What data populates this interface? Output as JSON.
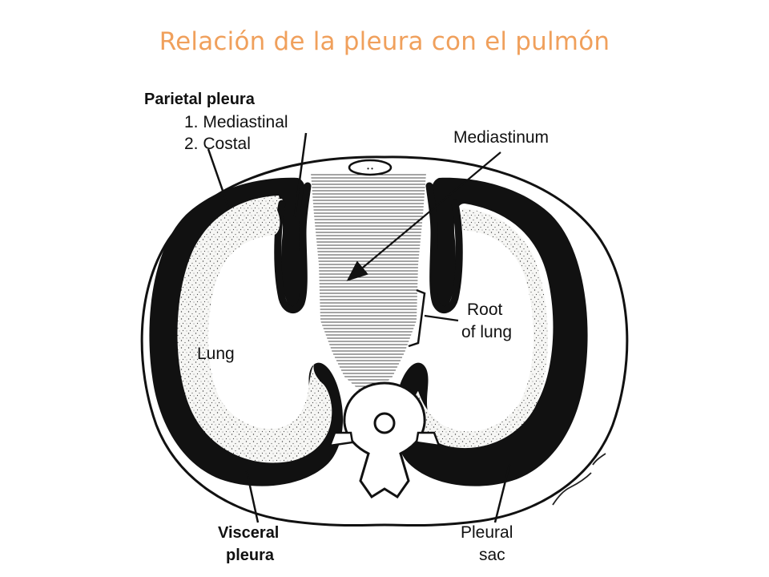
{
  "title": "Relación de la pleura con el pulmón",
  "labels": {
    "parietal_pleura": "Parietal pleura",
    "mediastinal": "1. Mediastinal",
    "costal": "2. Costal",
    "mediastinum": "Mediastinum",
    "root_line1": "Root",
    "root_line2": "of lung",
    "lung": "Lung",
    "visceral_line1": "Visceral",
    "visceral_line2": "pleura",
    "pleural_line1": "Pleural",
    "pleural_line2": "sac"
  },
  "colors": {
    "title": "#f0a05c",
    "ink": "#111111",
    "lung_fill": "#f4f4f2"
  }
}
